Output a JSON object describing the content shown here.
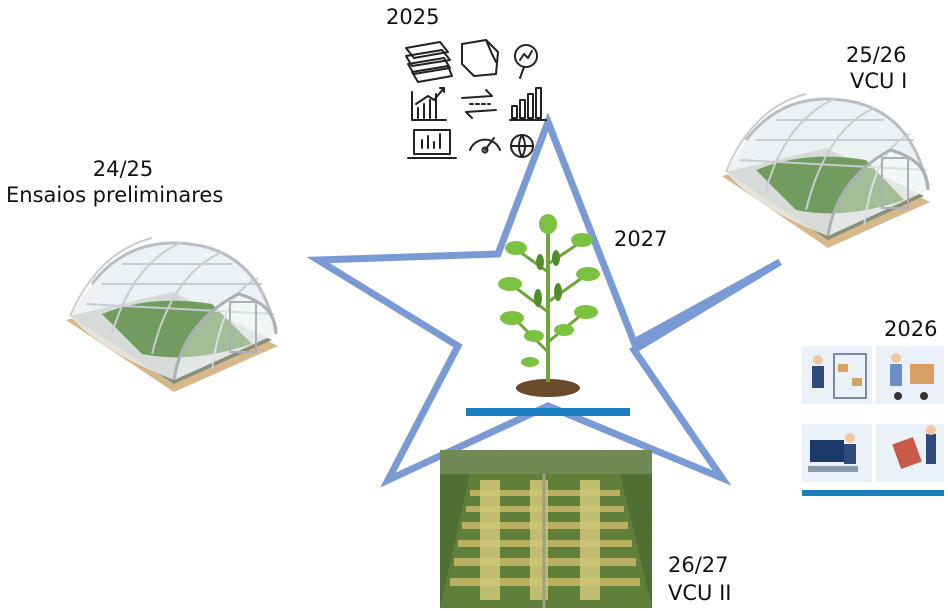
{
  "labels": {
    "y2025": "2025",
    "stage_2425_a": "24/25",
    "stage_2425_b": "Ensaios preliminares",
    "stage_2526_a": "25/26",
    "stage_2526_b": "VCU I",
    "y2027": "2027",
    "y2026": "2026",
    "stage_2627_a": "26/27",
    "stage_2627_b": "VCU II"
  },
  "colors": {
    "star_stroke": "#7a9ad6",
    "greenhouse_frame": "#c9cdd2",
    "greenhouse_base": "#d6b88a",
    "plant_green": "#7cc241",
    "soil": "#6b4a2c",
    "field_green": "#5f7f3a",
    "banner_blue": "#1a7fc0"
  },
  "icons": {
    "greenhouse_left": "greenhouse-icon",
    "greenhouse_right": "greenhouse-icon",
    "plant": "soybean-plant-icon",
    "field": "aerial-field-photo",
    "logistics": "warehouse-logistics-icon",
    "sketch": [
      "documents-icon",
      "hand-icon",
      "search-chart-icon",
      "growth-chart-icon",
      "arrows-icon",
      "bar-chart-icon",
      "laptop-chart-icon",
      "gauge-icon",
      "globe-icon"
    ]
  }
}
